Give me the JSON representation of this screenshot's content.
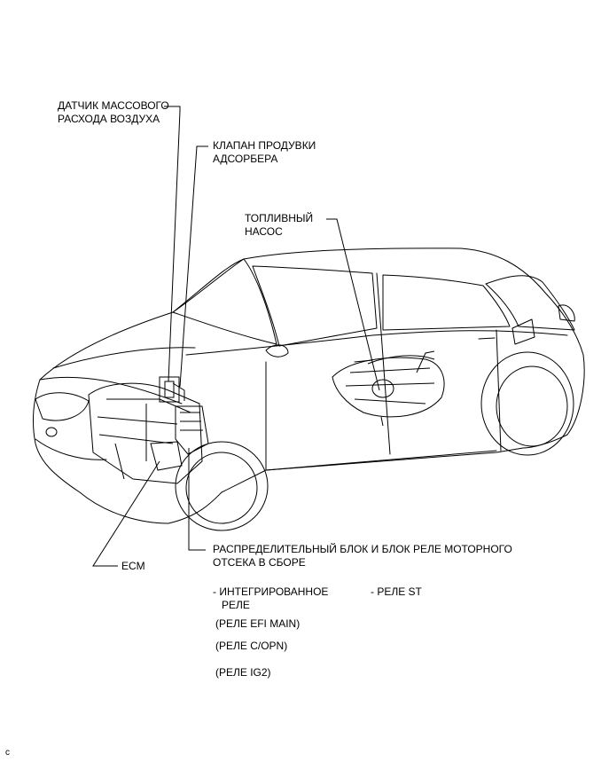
{
  "labels": {
    "maf_sensor": [
      "ДАТЧИК МАССОВОГО",
      "РАСХОДА ВОЗДУХА"
    ],
    "purge_valve": [
      "КЛАПАН ПРОДУВКИ",
      "АДСОРБЕРА"
    ],
    "fuel_pump": [
      "ТОПЛИВНЫЙ",
      "НАСОС"
    ],
    "relay_block": [
      "РАСПРЕДЕЛИТЕЛЬНЫЙ БЛОК И БЛОК РЕЛЕ МОТОРНОГО",
      "ОТСЕКА В СБОРЕ"
    ],
    "ecm": "ECM",
    "integrated_relay": [
      "- ИНТЕГРИРОВАННОЕ",
      "РЕЛЕ"
    ],
    "st_relay": "- РЕЛЕ ST",
    "efi_main_relay": "(РЕЛЕ EFI MAIN)",
    "copn_relay": "(РЕЛЕ C/OPN)",
    "ig2_relay": "(РЕЛЕ IG2)",
    "corner_mark": "c"
  },
  "colors": {
    "line": "#000000",
    "background": "#ffffff"
  }
}
